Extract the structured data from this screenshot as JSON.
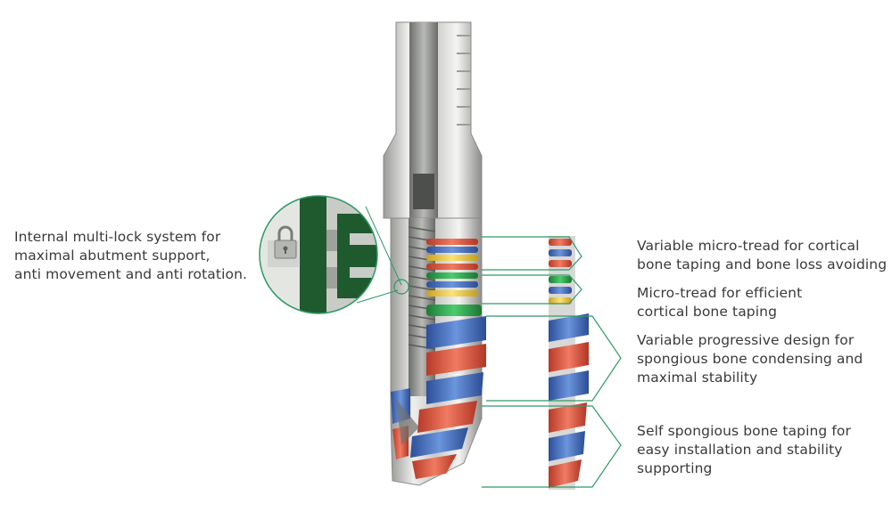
{
  "labels": {
    "left": "Internal multi-lock system for\nmaximal abutment support,\nanti movement and  anti rotation.",
    "micro_tread_variable": "Variable micro-tread for cortical\nbone taping and bone loss avoiding",
    "micro_tread": "Micro-tread for efficient\ncortical bone taping",
    "progressive_design": "Variable progressive  design for\nspongious bone condensing and\nmaximal stability",
    "self_taping": "Self spongious bone taping for\neasy installation and stability\nsupporting"
  },
  "icons": {
    "lock": "padlock-icon"
  },
  "colors": {
    "callout_line": "#2f9a66",
    "thread_blue": "#3b6fc4",
    "thread_red": "#e2553f",
    "thread_yellow": "#f2cf3c",
    "thread_green": "#2aa84e",
    "metal_light": "#e6e6e4",
    "metal_dark": "#8d8f8c",
    "lock_panel": "#1f5a2f"
  }
}
